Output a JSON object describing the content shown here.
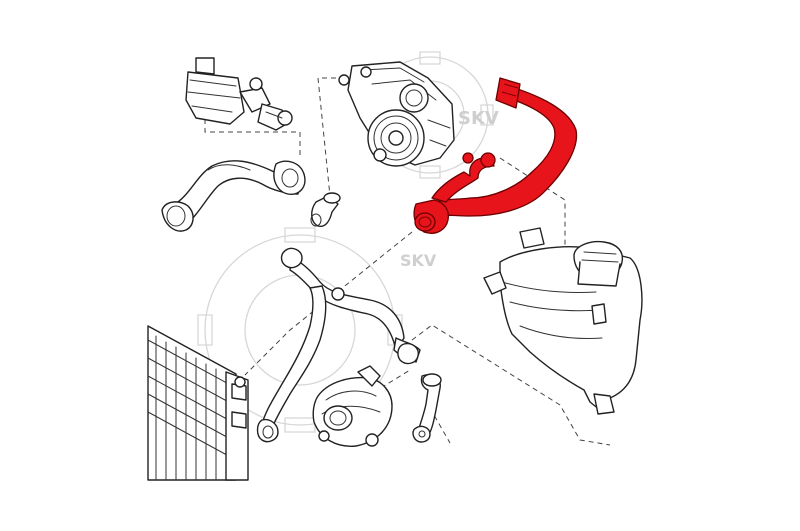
{
  "figure": {
    "watermark_text": "SKV",
    "colors": {
      "background": "#ffffff",
      "line_art": "#222222",
      "highlighted_hose": "#e8141b",
      "highlight_outline": "#6b0000",
      "watermark": "#d7d7d7"
    },
    "parts": [
      {
        "id": "valve",
        "icon": "electric-valve"
      },
      {
        "id": "water-pump",
        "icon": "water-pump"
      },
      {
        "id": "upper-hose",
        "icon": "coolant-hose",
        "highlighted": true
      },
      {
        "id": "lower-hose",
        "icon": "coolant-hose"
      },
      {
        "id": "elbow-hose",
        "icon": "elbow-hose"
      },
      {
        "id": "long-hose",
        "icon": "coolant-hose"
      },
      {
        "id": "thermostat",
        "icon": "thermostat-housing"
      },
      {
        "id": "small-hose",
        "icon": "small-hose"
      },
      {
        "id": "expansion-tank",
        "icon": "expansion-tank"
      },
      {
        "id": "radiator",
        "icon": "radiator"
      }
    ]
  }
}
